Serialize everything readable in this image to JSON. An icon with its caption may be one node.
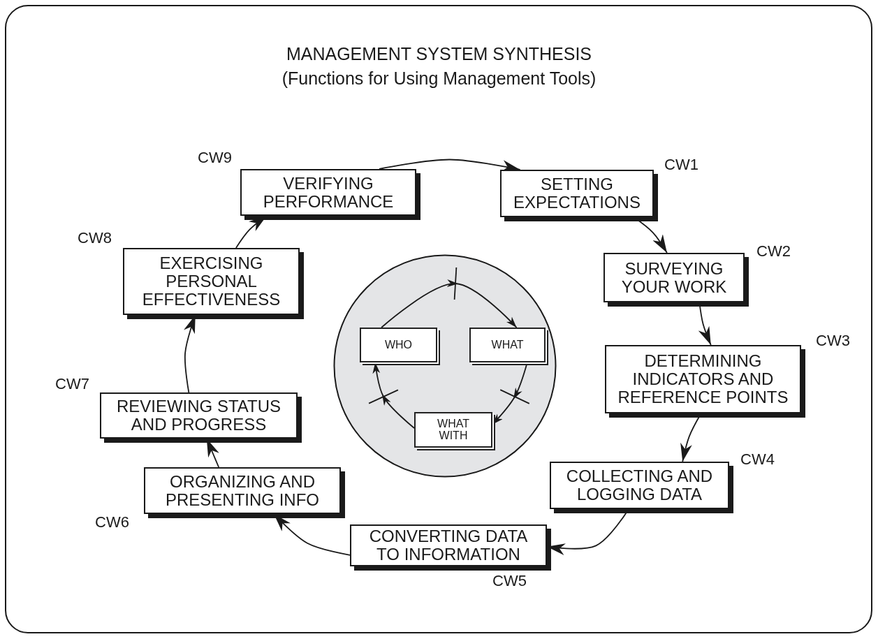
{
  "diagram": {
    "title": "MANAGEMENT SYSTEM SYNTHESIS",
    "nodes": [
      {
        "text": [
          "SETTING EXPECTATIONS"
        ],
        "beside": [
          "CW1"
        ]
      },
      {
        "text": [
          "SURVEYING YOUR WORK"
        ],
        "beside": [
          "CW2"
        ]
      },
      {
        "text": [
          "DETERMINING INDICATORS AND REFERENCE POINTS"
        ],
        "beside": [
          "CW3"
        ]
      },
      {
        "text": [
          "COLLECTING AND LOGGING DATA"
        ],
        "beside": [
          "CW4"
        ]
      },
      {
        "text": [
          "CONVERTING DATA TO INFORMATION"
        ],
        "beside": [
          "CW5"
        ]
      },
      {
        "text": [
          "ORGANIZING AND PRESENTING INFO"
        ],
        "beside": [
          "CW6"
        ]
      },
      {
        "text": [
          "REVIEWING STATUS AND PROGRESS"
        ],
        "beside": [
          "CW7"
        ]
      },
      {
        "text": [
          "EXERCISING PERSONAL EFFECTIVENESS"
        ],
        "beside": [
          "CW8"
        ]
      },
      {
        "text": [
          "VERIFYING PERFORMANCE"
        ],
        "beside": [
          "CW9"
        ]
      },
      {
        "text": [],
        "shape": "circle"
      },
      {
        "text": [
          "WHO"
        ],
        "in": 9
      },
      {
        "text": [
          "WHAT"
        ],
        "in": 9
      },
      {
        "text": [
          "WHAT WITH"
        ],
        "in": 9
      }
    ],
    "edges": [
      {
        "from": 0,
        "to": 1,
        "arrow": "to"
      },
      {
        "from": 1,
        "to": 2,
        "arrow": "to"
      },
      {
        "from": 2,
        "to": 3,
        "arrow": "to"
      },
      {
        "from": 3,
        "to": 4,
        "arrow": "to"
      },
      {
        "from": 4,
        "to": 5,
        "arrow": "to"
      },
      {
        "from": 5,
        "to": 6,
        "arrow": "to"
      },
      {
        "from": 6,
        "to": 7,
        "arrow": "to"
      },
      {
        "from": 7,
        "to": 8,
        "arrow": "to"
      },
      {
        "from": 8,
        "to": 0,
        "arrow": "to"
      },
      {
        "from": 10,
        "to": 11,
        "arrow": "to"
      },
      {
        "from": 11,
        "to": 12,
        "arrow": "to"
      },
      {
        "from": 12,
        "to": 10,
        "arrow": "to"
      }
    ],
    "labels": [
      "(Functions for Using Management Tools)"
    ]
  }
}
